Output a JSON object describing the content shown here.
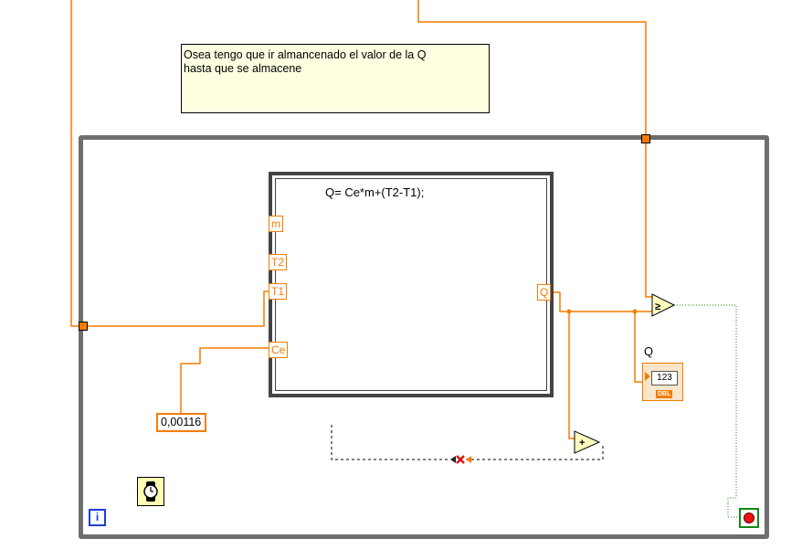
{
  "comment": {
    "line1": "Osea tengo que ir almancenado el valor de la Q",
    "line2": "hasta que se almacene"
  },
  "formula_node": {
    "expression": "Q= Ce*m+(T2-T1);",
    "inputs": [
      "m",
      "T2",
      "T1",
      "Ce"
    ],
    "output": "Q"
  },
  "constant": {
    "value": "0,00116"
  },
  "indicator": {
    "label": "Q",
    "display": "123",
    "type_tag": "DBL"
  },
  "iteration_terminal": {
    "label": "i"
  },
  "colors": {
    "wire_double": "#f57c00",
    "loop_border": "#6e6e6e",
    "boolean_wire": "#118a11",
    "comment_bg": "#ffffe1",
    "iteration_blue": "#1c3fd6",
    "stop_red": "#e11111"
  },
  "icons": {
    "compare": "greater-or-equal-icon",
    "add": "add-icon",
    "timer": "wait-timer-icon",
    "stop": "stop-button-icon",
    "broken_wire": "broken-wire-x-icon"
  }
}
